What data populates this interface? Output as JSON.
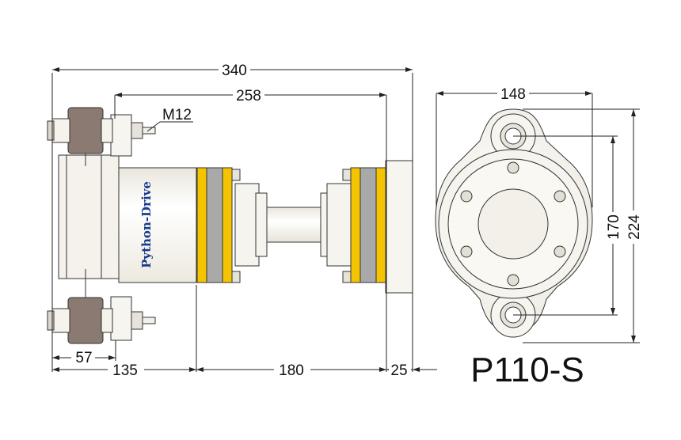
{
  "model": "P110-S",
  "brand": "Python-Drive",
  "thread": "M12",
  "dimensions": {
    "overall_length": "340",
    "inner_length": "258",
    "flange_width": "148",
    "bolt_spacing": "170",
    "flange_height": "224",
    "bracket_width": "57",
    "left_section": "135",
    "middle_section": "180",
    "right_section": "25"
  },
  "colors": {
    "yellow": "#f4c400",
    "grey": "#a9a9a9",
    "rubber": "#8a7a72",
    "body_shade": "#f3f1ea",
    "outline": "#333333",
    "brand": "#1a3b8c"
  }
}
